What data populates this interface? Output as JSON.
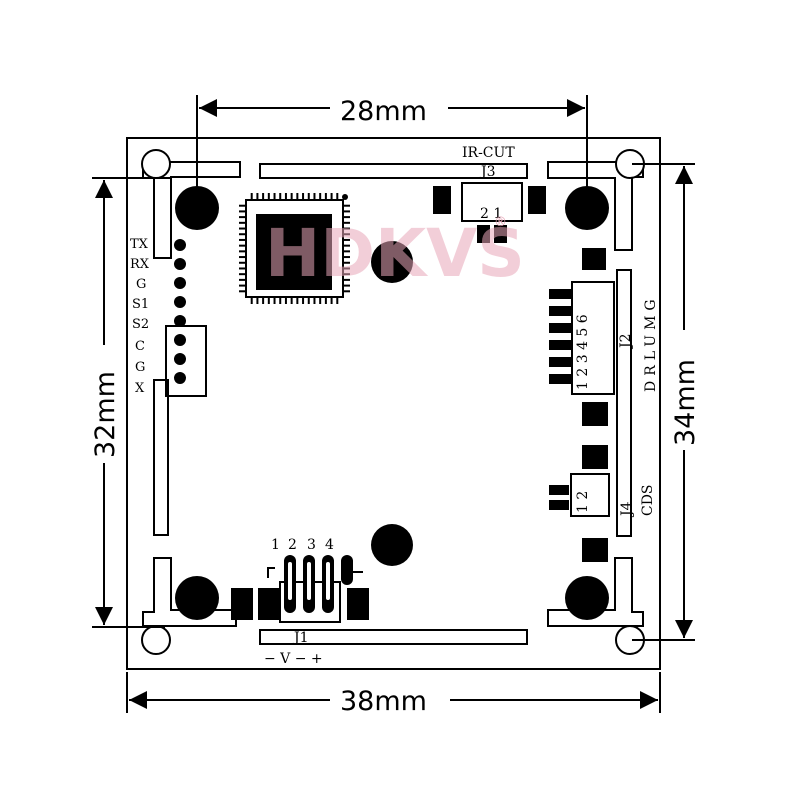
{
  "dimensions": {
    "top": "28mm",
    "bottom": "38mm",
    "left": "32mm",
    "right": "34mm"
  },
  "watermark": {
    "brand": "HDKVS",
    "registered": "®"
  },
  "connectors": {
    "j3": {
      "title": "IR-CUT",
      "name": "J3",
      "pins": "2 1"
    },
    "j2": {
      "name": "J2",
      "pins": "1 2 3 4 5 6",
      "signals": "DRLUMG"
    },
    "j4": {
      "name": "J4",
      "pins": "1 2",
      "signal": "CDS"
    },
    "j1": {
      "name": "J1",
      "pins": [
        "1",
        "2",
        "3",
        "4"
      ],
      "polarity": "− V − +"
    }
  },
  "uart_labels": [
    "TX",
    "RX",
    "G",
    "S1",
    "S2",
    "C",
    "G",
    "X"
  ]
}
